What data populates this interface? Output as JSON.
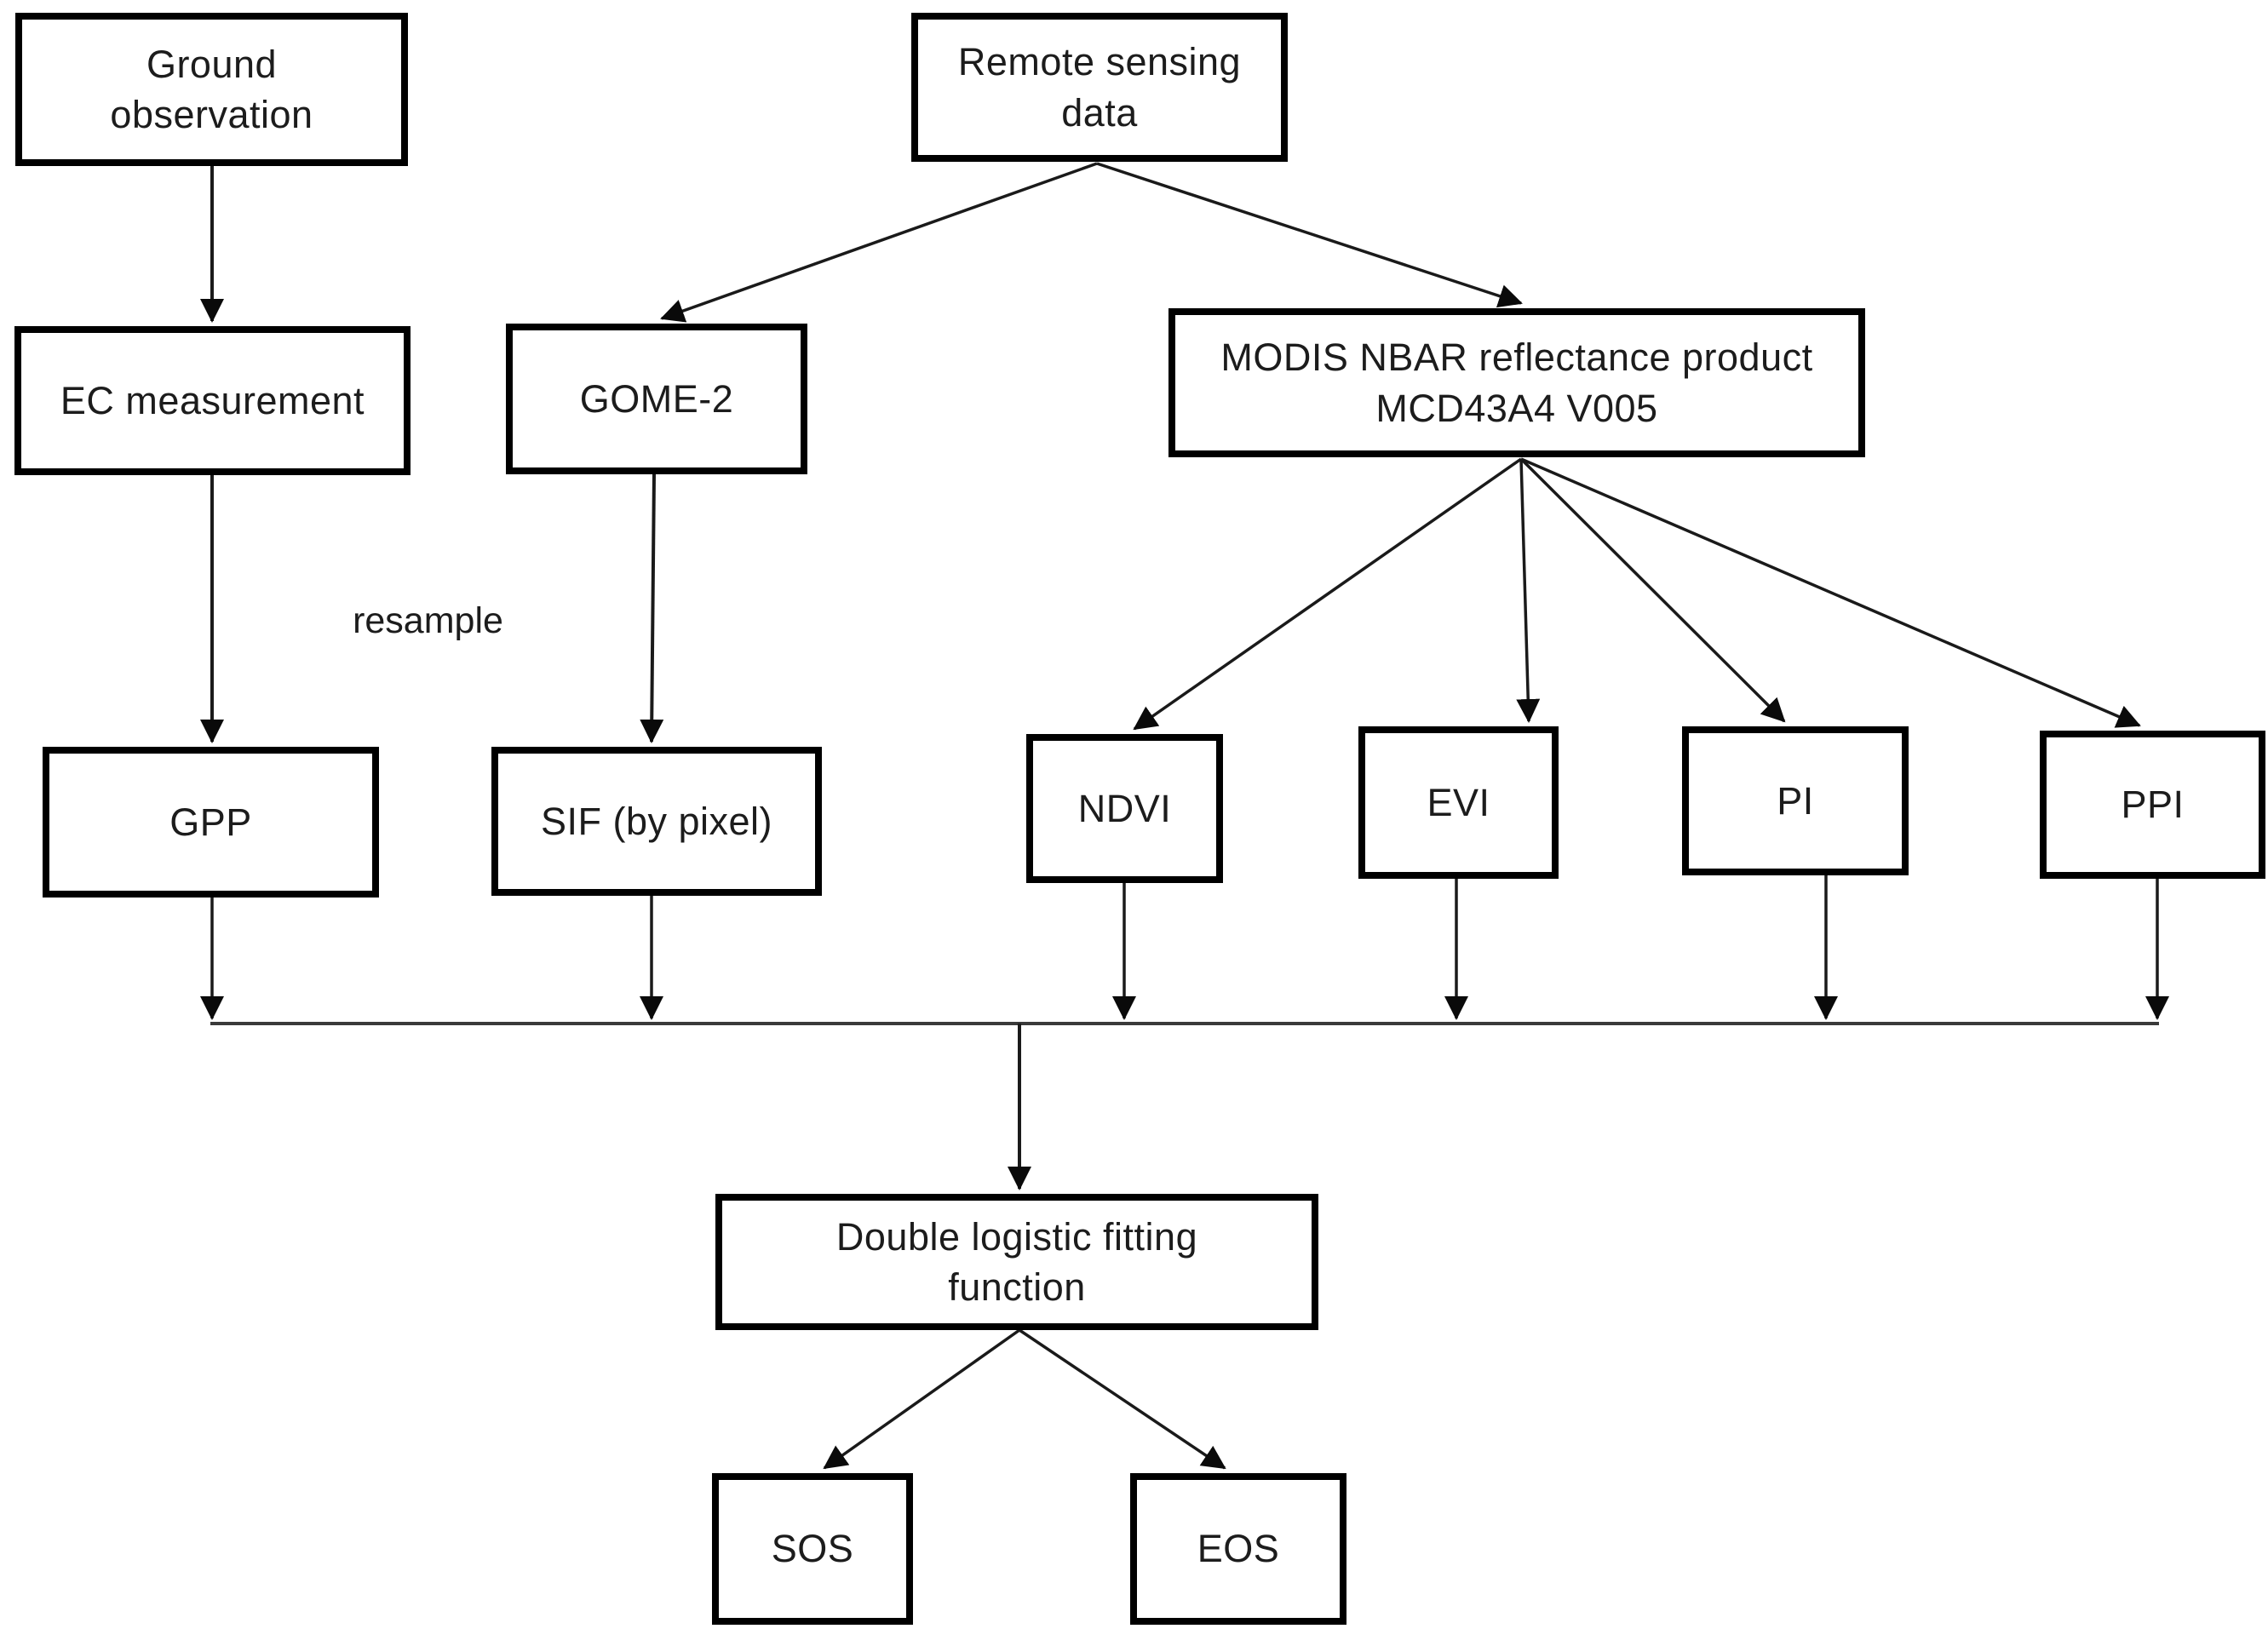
{
  "diagram": {
    "type": "flowchart",
    "background_color": "#ffffff",
    "box_border_color": "#000000",
    "line_color": "#1a1a1a",
    "text_color": "#1c1c1c",
    "nodes": {
      "ground": {
        "label": "Ground\nobservation"
      },
      "remote": {
        "label": "Remote sensing\ndata"
      },
      "ec": {
        "label": "EC measurement"
      },
      "gome2": {
        "label": "GOME-2"
      },
      "modis": {
        "label": "MODIS NBAR reflectance product\nMCD43A4 V005"
      },
      "gpp": {
        "label": "GPP"
      },
      "sif": {
        "label": "SIF (by pixel)"
      },
      "ndvi": {
        "label": "NDVI"
      },
      "evi": {
        "label": "EVI"
      },
      "pi": {
        "label": "PI"
      },
      "ppi": {
        "label": "PPI"
      },
      "dlf": {
        "label": "Double logistic fitting\nfunction"
      },
      "sos": {
        "label": "SOS"
      },
      "eos": {
        "label": "EOS"
      }
    },
    "annotations": {
      "resample": "resample"
    },
    "connections": [
      {
        "from": "Ground observation",
        "to": "EC measurement"
      },
      {
        "from": "Remote sensing data",
        "to": "GOME-2"
      },
      {
        "from": "Remote sensing data",
        "to": "MODIS NBAR reflectance product MCD43A4 V005"
      },
      {
        "from": "EC measurement",
        "to": "GPP"
      },
      {
        "from": "GOME-2",
        "to": "SIF (by pixel)",
        "label": "resample"
      },
      {
        "from": "MODIS NBAR reflectance product MCD43A4 V005",
        "to": "NDVI"
      },
      {
        "from": "MODIS NBAR reflectance product MCD43A4 V005",
        "to": "EVI"
      },
      {
        "from": "MODIS NBAR reflectance product MCD43A4 V005",
        "to": "PI"
      },
      {
        "from": "MODIS NBAR reflectance product MCD43A4 V005",
        "to": "PPI"
      },
      {
        "from": "GPP",
        "to": "Double logistic fitting function"
      },
      {
        "from": "SIF (by pixel)",
        "to": "Double logistic fitting function"
      },
      {
        "from": "NDVI",
        "to": "Double logistic fitting function"
      },
      {
        "from": "EVI",
        "to": "Double logistic fitting function"
      },
      {
        "from": "PI",
        "to": "Double logistic fitting function"
      },
      {
        "from": "PPI",
        "to": "Double logistic fitting function"
      },
      {
        "from": "Double logistic fitting function",
        "to": "SOS"
      },
      {
        "from": "Double logistic fitting function",
        "to": "EOS"
      }
    ]
  }
}
